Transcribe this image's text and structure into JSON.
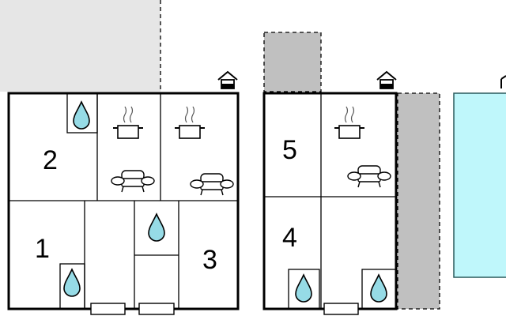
{
  "floorplan": {
    "colors": {
      "wall": "#000000",
      "background": "#ffffff",
      "terrace_light": "#e6e6e6",
      "terrace_dark": "#c0c0c0",
      "pool": "#bff7fb",
      "pool_border": "#2a5a5c",
      "water": "#96dbe6"
    },
    "rooms": [
      {
        "label": "2",
        "type": "bedroom"
      },
      {
        "label": "1",
        "type": "bedroom"
      },
      {
        "label": "3",
        "type": "bedroom"
      },
      {
        "label": "5",
        "type": "bedroom"
      },
      {
        "label": "4",
        "type": "bedroom"
      }
    ],
    "icons": [
      "house-icon",
      "cooking-pot-icon",
      "sofa-icon",
      "water-drop-icon",
      "window-icon"
    ]
  }
}
